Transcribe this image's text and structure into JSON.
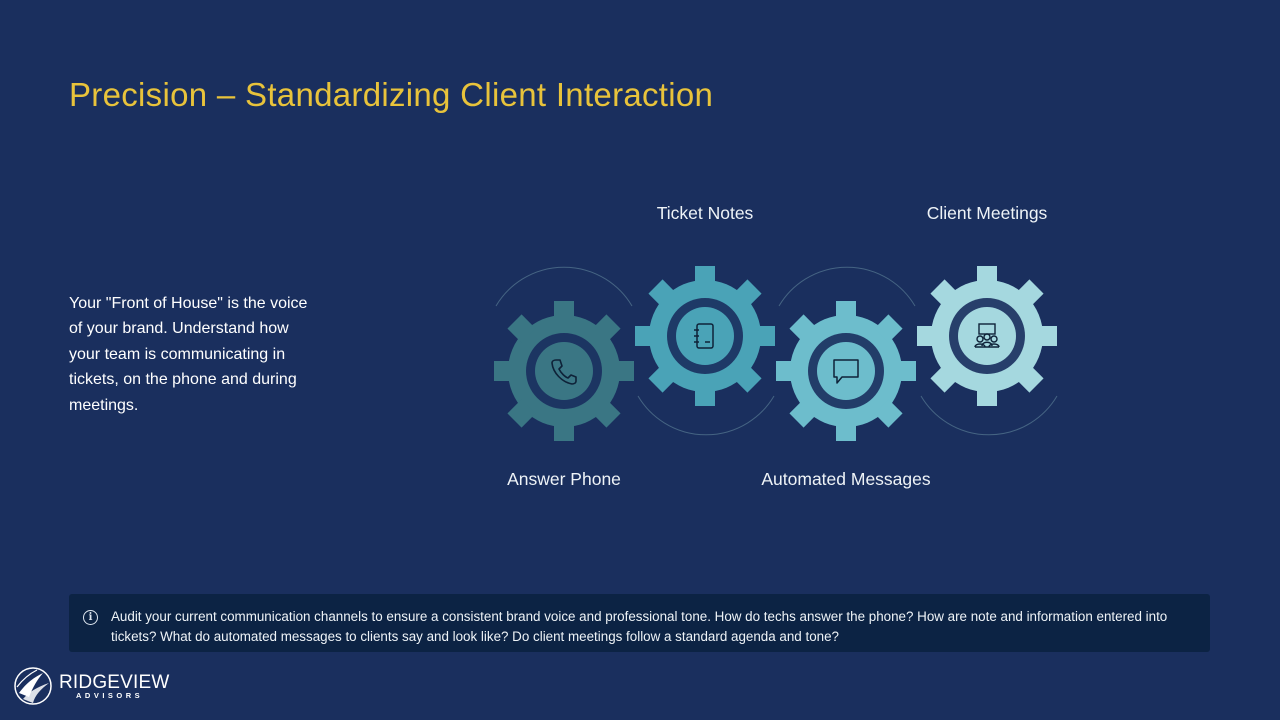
{
  "slide": {
    "title": "Precision – Standardizing Client Interaction",
    "body": "Your \"Front of House\" is the voice of your brand. Understand how your team is communicating in tickets, on the phone and during meetings."
  },
  "gears": [
    {
      "label": "Answer Phone",
      "icon": "phone-icon",
      "color": "#3a7684"
    },
    {
      "label": "Ticket Notes",
      "icon": "notebook-icon",
      "color": "#4aa3b7"
    },
    {
      "label": "Automated Messages",
      "icon": "chat-bubble-icon",
      "color": "#6dbdcc"
    },
    {
      "label": "Client Meetings",
      "icon": "meeting-icon",
      "color": "#a5d8df"
    }
  ],
  "callout": {
    "icon": "info-icon",
    "text": "Audit your current communication channels to ensure a consistent brand voice and professional tone. How do techs answer the phone? How are note and information entered into tickets? What do automated messages to clients say and look like? Do client meetings follow a standard agenda and tone?"
  },
  "logo": {
    "name": "RIDGEVIEW",
    "sub": "ADVISORS"
  },
  "colors": {
    "background": "#1a2f5e",
    "title": "#e8c33b",
    "callout_bg": "#0c2344"
  }
}
